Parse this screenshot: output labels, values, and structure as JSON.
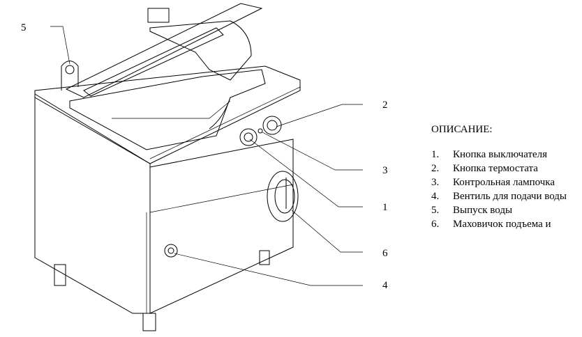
{
  "callouts": [
    "5",
    "2",
    "3",
    "1",
    "6",
    "4"
  ],
  "legend": {
    "title": "ОПИСАНИЕ:",
    "items": [
      {
        "num": "1.",
        "text": "Кнопка выключателя"
      },
      {
        "num": "2.",
        "text": "Кнопка термостата"
      },
      {
        "num": "3.",
        "text": "Контрольная лампочка"
      },
      {
        "num": "4.",
        "text": "Вентиль для подачи воды"
      },
      {
        "num": "5.",
        "text": "Выпуск воды"
      },
      {
        "num": "6.",
        "text": "Маховичок подъема и"
      }
    ]
  }
}
